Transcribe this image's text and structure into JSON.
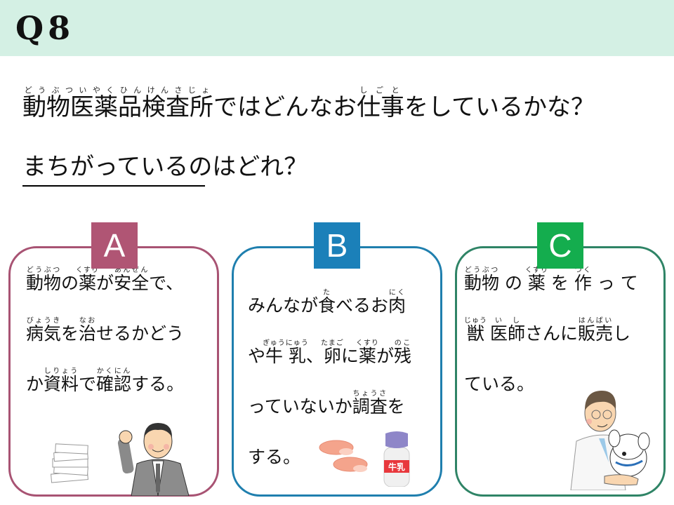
{
  "header": {
    "question_number": "Q8",
    "background": "#d4f0e4"
  },
  "question": {
    "line1": [
      {
        "text": "動物医薬品検査所",
        "ruby": "どうぶついやくひんけんさじょ"
      },
      {
        "text": "ではどんなお"
      },
      {
        "text": "仕事",
        "ruby": "しごと"
      },
      {
        "text": "をしているかな？"
      }
    ],
    "line2_underlined": "まちがっている",
    "line2_rest": "のはどれ？"
  },
  "cards": [
    {
      "label": "A",
      "color": "#b05574",
      "lines": [
        [
          {
            "text": "動物",
            "ruby": "どうぶつ"
          },
          {
            "text": "の"
          },
          {
            "text": "薬",
            "ruby": "くすり"
          },
          {
            "text": "が"
          },
          {
            "text": "安全",
            "ruby": "あんぜん"
          },
          {
            "text": "で、"
          }
        ],
        [
          {
            "text": "病気",
            "ruby": "びょうき"
          },
          {
            "text": "を"
          },
          {
            "text": "治",
            "ruby": "なお"
          },
          {
            "text": "せるかどう"
          }
        ],
        [
          {
            "text": "か"
          },
          {
            "text": "資料",
            "ruby": "しりょう"
          },
          {
            "text": "で"
          },
          {
            "text": "確認",
            "ruby": "かくにん"
          },
          {
            "text": "する。"
          }
        ]
      ],
      "illustrations": [
        "document-stack-icon",
        "businessman-fist-icon"
      ]
    },
    {
      "label": "B",
      "color": "#1b80b9",
      "lines": [
        [
          {
            "text": "みんなが"
          },
          {
            "text": "食",
            "ruby": "た"
          },
          {
            "text": "べるお"
          },
          {
            "text": "肉",
            "ruby": "にく"
          }
        ],
        [
          {
            "text": "や"
          },
          {
            "text": "牛乳",
            "ruby": "ぎゅうにゅう"
          },
          {
            "text": "、"
          },
          {
            "text": "卵",
            "ruby": "たまご"
          },
          {
            "text": "に"
          },
          {
            "text": "薬",
            "ruby": "くすり"
          },
          {
            "text": "が"
          },
          {
            "text": "残",
            "ruby": "のこ"
          }
        ],
        [
          {
            "text": "っていないか"
          },
          {
            "text": "調査",
            "ruby": "ちょうさ"
          },
          {
            "text": "を"
          }
        ],
        [
          {
            "text": "する。"
          }
        ]
      ],
      "illustrations": [
        "meat-slices-icon",
        "milk-bottle-icon"
      ],
      "milk_label": "牛乳"
    },
    {
      "label": "C",
      "color": "#14ad4e",
      "lines": [
        [
          {
            "text": "動物",
            "ruby": "どうぶつ"
          },
          {
            "text": " の "
          },
          {
            "text": "薬",
            "ruby": "くすり"
          },
          {
            "text": " を "
          },
          {
            "text": "作",
            "ruby": "つく"
          },
          {
            "text": " っ て"
          }
        ],
        [
          {
            "text": "獣",
            "ruby": "じゅう"
          },
          {
            "text": " "
          },
          {
            "text": "医師",
            "ruby": "いし"
          },
          {
            "text": "さんに"
          },
          {
            "text": "販売",
            "ruby": "はんばい"
          },
          {
            "text": "し"
          }
        ],
        [
          {
            "text": "ている。"
          }
        ]
      ],
      "illustrations": [
        "veterinarian-with-dog-icon"
      ]
    }
  ]
}
